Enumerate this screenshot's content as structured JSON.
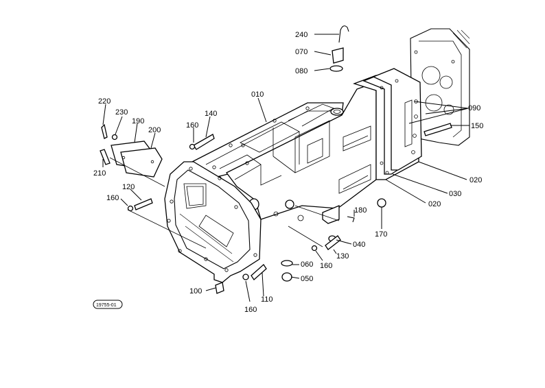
{
  "labels": {
    "p240": "240",
    "p070": "070",
    "p080": "080",
    "p010": "010",
    "p090": "090",
    "p150": "150",
    "p220": "220",
    "p230": "230",
    "p190": "190",
    "p200": "200",
    "p140": "140",
    "p160a": "160",
    "p210": "210",
    "p120": "120",
    "p160b": "160",
    "p020a": "020",
    "p030": "030",
    "p020b": "020",
    "p180": "180",
    "p170": "170",
    "p040": "040",
    "p130": "130",
    "p160c": "160",
    "p060": "060",
    "p050": "050",
    "p100": "100",
    "p110": "110",
    "p160d": "160"
  },
  "figure_code": "19755-01"
}
